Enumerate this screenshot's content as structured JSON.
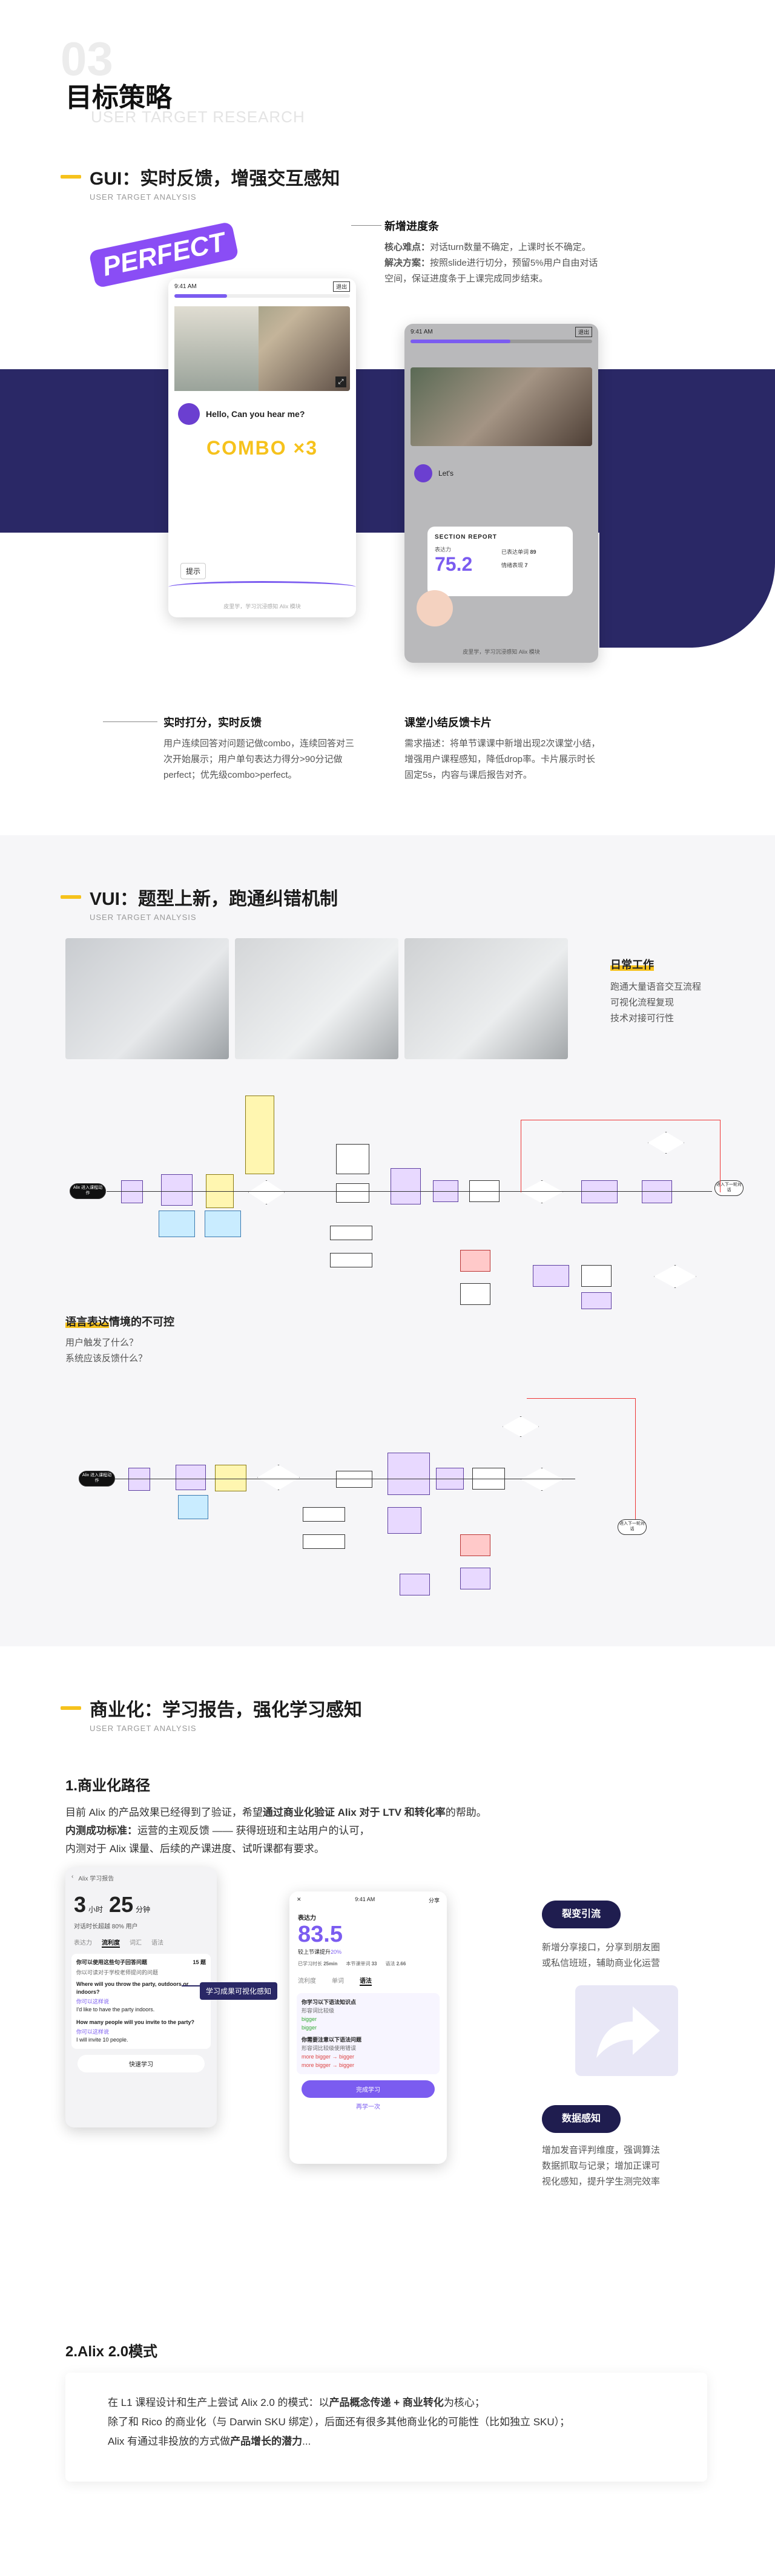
{
  "header": {
    "number": "03",
    "title": "目标策略",
    "subtitle": "USER TARGET RESEARCH"
  },
  "gui": {
    "title": "GUI：实时反馈，增强交互感知",
    "sub": "USER TARGET ANALYSIS",
    "perfect": "PERFECT",
    "phone1": {
      "time": "9:41 AM",
      "exit": "退出",
      "greeting": "Hello, Can you hear me?",
      "combo": "COMBO ×3",
      "hint": "提示",
      "footer": "皮里学，学习沉浸感知 Alix 模块"
    },
    "phone2": {
      "time": "9:41 AM",
      "exit": "退出",
      "lets": "Let's",
      "report_title": "SECTION REPORT",
      "expr_label": "表达力",
      "expr_value": "75.2",
      "stat1_label": "已表达单词",
      "stat1_value": "89",
      "stat2_label": "情绪表现",
      "stat2_value": "7",
      "footer": "皮里学，学习沉浸感知 Alix 模块"
    },
    "callout_progress": {
      "title": "新增进度条",
      "line1_b": "核心难点：",
      "line1": "对话turn数量不确定，上课时长不确定。",
      "line2_b": "解决方案：",
      "line2": "按照slide进行切分，预留5%用户自由对话空间，保证进度条于上课完成同步结束。"
    },
    "callout_score": {
      "title": "实时打分，实时反馈",
      "text": "用户连续回答对问题记做combo，连续回答对三次开始展示；用户单句表达力得分>90分记做perfect；优先级combo>perfect。"
    },
    "callout_report": {
      "title": "课堂小结反馈卡片",
      "text": "需求描述：将单节课课中新增出现2次课堂小结，增强用户课程感知，降低drop率。卡片展示时长固定5s，内容与课后报告对齐。"
    }
  },
  "vui": {
    "title": "VUI：题型上新，跑通纠错机制",
    "sub": "USER TARGET ANALYSIS",
    "daily_title": "日常工作",
    "daily_lines": [
      "跑通大量语音交互流程",
      "可视化流程复现",
      "技术对接可行性"
    ],
    "uncontrol_title_a": "语言表达",
    "uncontrol_title_b": "情境的不可控",
    "uncontrol_lines": [
      "用户触发了什么？",
      "系统应该反馈什么？"
    ],
    "flow1": {
      "start": "Alix 进入课程动作",
      "end": "进入下一轮对话"
    },
    "flow2": {
      "start": "Alix 进入课程动作",
      "end": "进入下一轮对话"
    }
  },
  "biz": {
    "title": "商业化：学习报告，强化学习感知",
    "sub": "USER TARGET ANALYSIS",
    "s1_title": "1.商业化路径",
    "s1_line1_a": "目前 Alix 的产品效果已经得到了验证，希望",
    "s1_line1_b": "通过商业化验证 Alix 对于 LTV 和转化率",
    "s1_line1_c": "的帮助。",
    "s1_line2_a": "内测成功标准：",
    "s1_line2_b": "运营的主观反馈 —— 获得班班和主站用户的认可，",
    "s1_line3": "内测对于 Alix 课量、后续的产课进度、试听课都有要求。",
    "left_phone": {
      "back": "‹",
      "caption": "Alix 学习报告",
      "hours": "3",
      "hour_unit": "小时",
      "mins": "25",
      "min_unit": "分钟",
      "desc": "对话时长超越 80% 用户",
      "tabs": [
        "表达力",
        "流利度",
        "词汇",
        "语法"
      ],
      "q_label": "你可以使用这些句子回答问题",
      "q_count": "15 题",
      "q_intro": "你以可读对于学校老师提问的问题",
      "qa": [
        {
          "q": "Where will you throw the party, outdoors or indoors?",
          "a_label": "你可以这样说",
          "a": "I'd like to have the party indoors."
        },
        {
          "q": "How many people will you invite to the party?",
          "a_label": "你可以这样说",
          "a": "I will invite 10 people."
        }
      ],
      "btn": "快速学习"
    },
    "arrow_label": "学习成果可视化感知",
    "right_phone": {
      "time": "9:41 AM",
      "share": "分享",
      "expr_label": "表达力",
      "score": "83.5",
      "compare": "较上节课提升",
      "compare_val": "20%",
      "stat1_label": "已学习时长",
      "stat1": "25min",
      "stat2_label": "本节课单词",
      "stat2": "33",
      "stat3_label": "语法",
      "stat3": "2.66",
      "tabs": [
        "流利度",
        "单词",
        "语法"
      ],
      "grammar_title": "你学习以下语法知识点",
      "g_items": [
        "形容词比较级",
        "bigger",
        "bigger"
      ],
      "wrong_title": "你需要注意以下语法问题",
      "w_items": [
        "形容词比较级使用错误",
        "more bigger → bigger",
        "more bigger → bigger"
      ],
      "btn1": "完成学习",
      "btn2": "再学一次"
    },
    "pill_share": "裂变引流",
    "share_text": [
      "新增分享接口，分享到朋友圈",
      "或私信班班，辅助商业化运营"
    ],
    "pill_data": "数据感知",
    "data_text": [
      "增加发音评判维度，强调算法",
      "数据抓取与记录；增加正课可",
      "视化感知，提升学生测完效率"
    ],
    "s2_title": "2.Alix 2.0模式",
    "s2_p1_a": "在 L1 课程设计和生产上尝试 Alix 2.0 的模式：以",
    "s2_p1_b": "产品概念传递 + 商业转化",
    "s2_p1_c": "为核心；",
    "s2_p2": "除了和 Rico 的商业化（与 Darwin SKU 绑定），后面还有很多其他商业化的可能性（比如独立 SKU）；",
    "s2_p3_a": "Alix 有通过非投放的方式做",
    "s2_p3_b": "产品增长的潜力",
    "s2_p3_c": "..."
  },
  "colors": {
    "navy": "#2a2866",
    "accent": "#f6c21c",
    "purple": "#7b5cf0",
    "gray_bg": "#f6f6f8"
  }
}
